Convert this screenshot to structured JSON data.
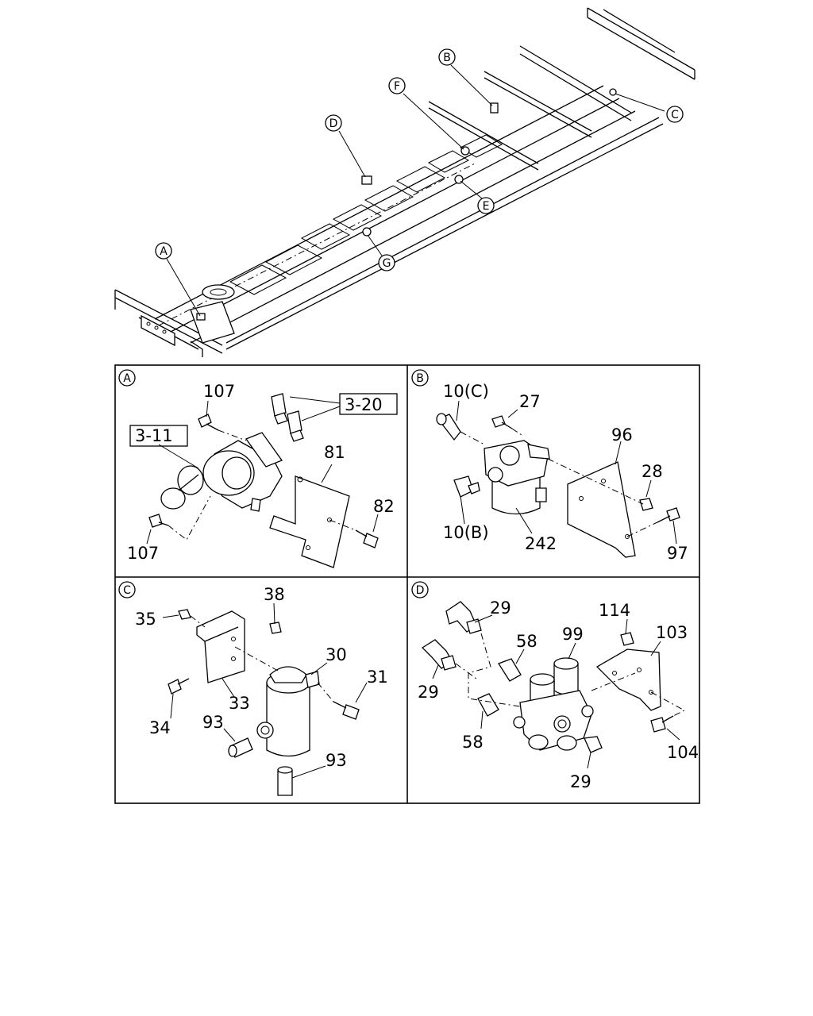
{
  "callouts": {
    "a": "A",
    "b": "B",
    "c": "C",
    "d": "D",
    "e": "E",
    "f": "F",
    "g": "G"
  },
  "panels": {
    "a": {
      "tag": "A",
      "labels": {
        "bolt_top": "107",
        "bolt_bottom": "107",
        "ref_3_11": "3-11",
        "ref_3_20": "3-20",
        "bracket": "81",
        "bolt_82": "82"
      }
    },
    "b": {
      "tag": "B",
      "labels": {
        "fitting_c": "10(C)",
        "bolt_27": "27",
        "bracket_96": "96",
        "nut_28": "28",
        "fitting_b": "10(B)",
        "valve_242": "242",
        "bolt_97": "97"
      }
    },
    "c": {
      "tag": "C",
      "labels": {
        "nut_35": "35",
        "nut_38": "38",
        "valve_30": "30",
        "bolt_31": "31",
        "bolt_34": "34",
        "bracket_33": "33",
        "fitting_93_left": "93",
        "fitting_93_bottom": "93"
      }
    },
    "d": {
      "tag": "D",
      "labels": {
        "elbow_29_top": "29",
        "elbow_29_left": "29",
        "elbow_29_bottom": "29",
        "fitting_58_top": "58",
        "fitting_58_bottom": "58",
        "valve_99": "99",
        "nut_114": "114",
        "bracket_103": "103",
        "bolt_104": "104"
      }
    }
  }
}
